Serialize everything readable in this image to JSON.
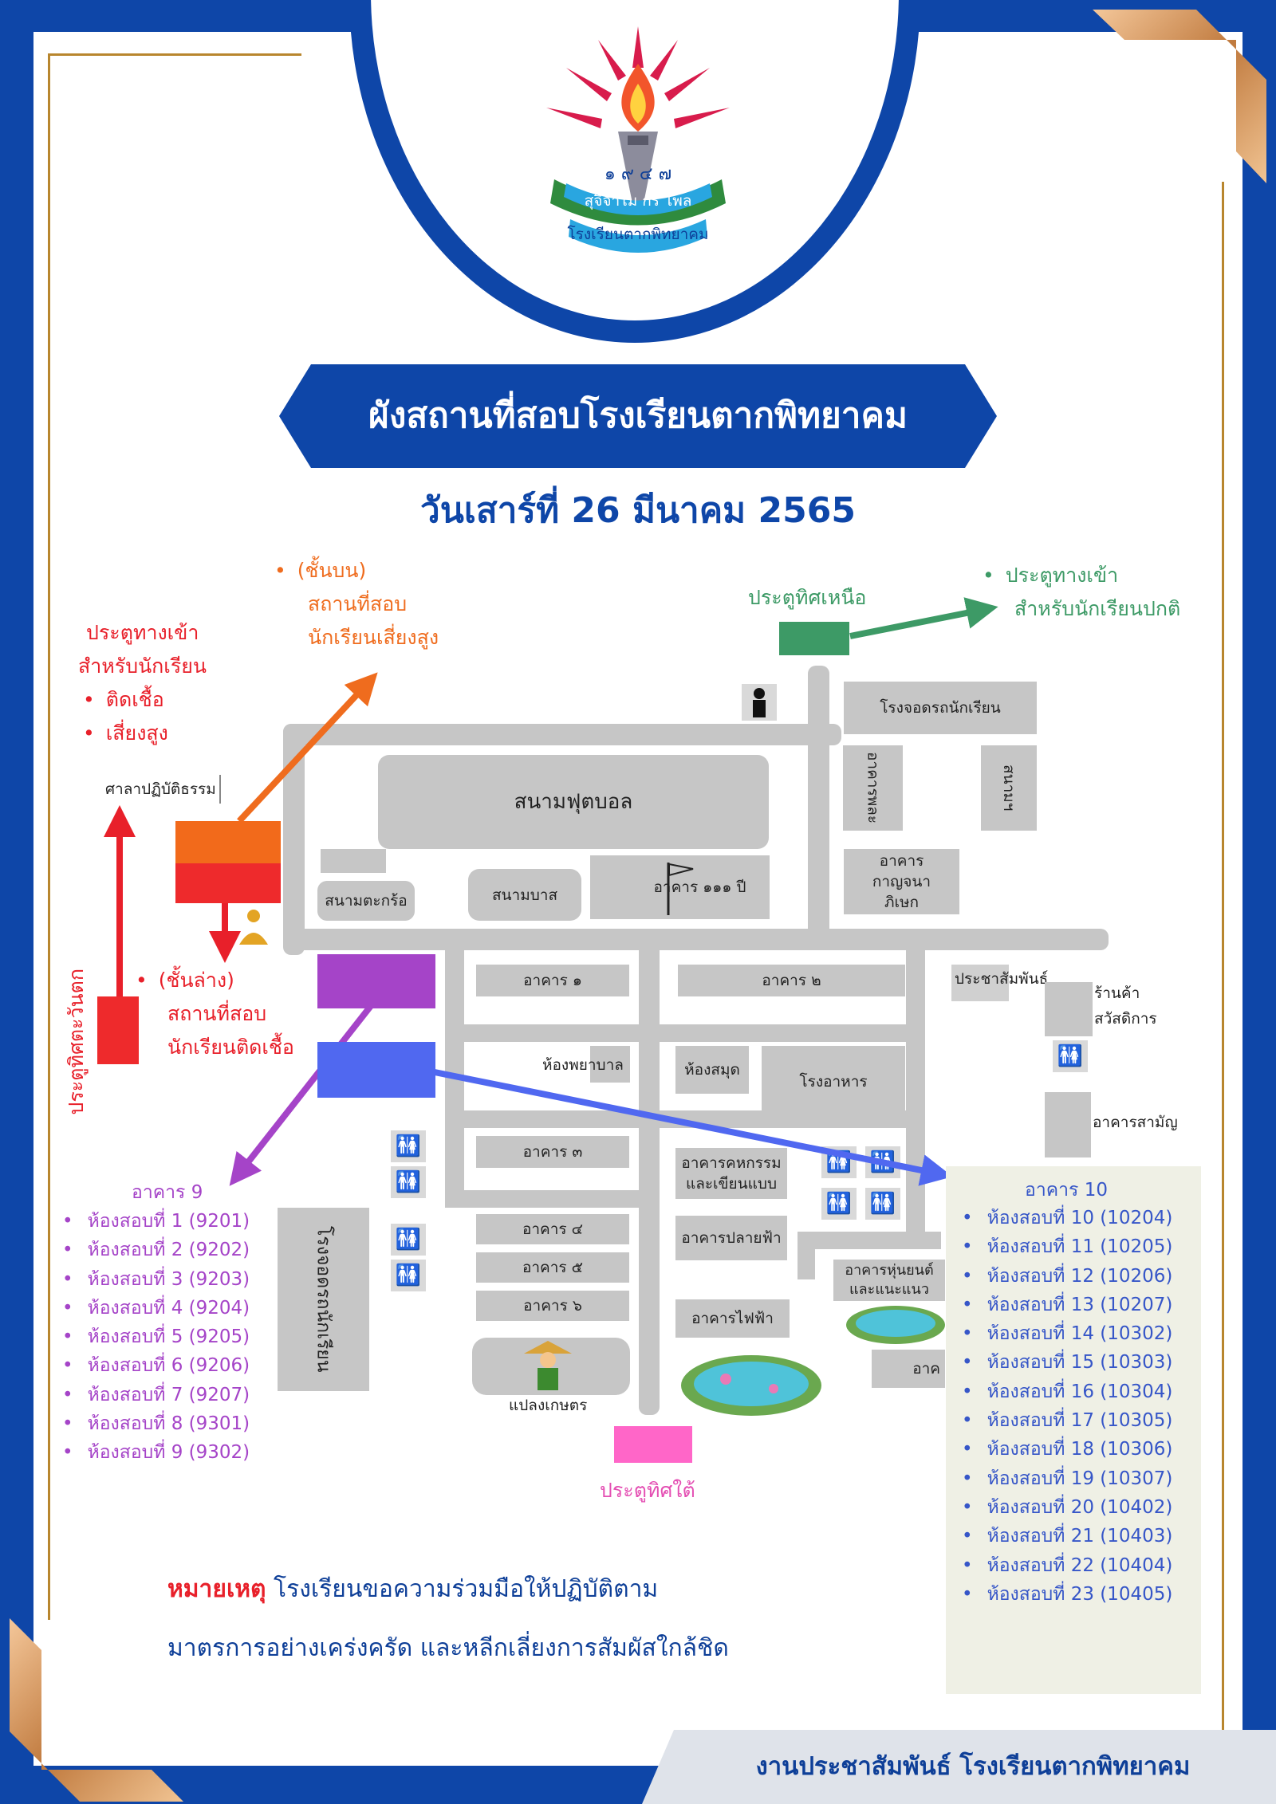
{
  "poster": {
    "title": "ผังสถานที่สอบโรงเรียนตากพิทยาคม",
    "date": "วันเสาร์ที่ 26 มีนาคม 2565",
    "logo_text_top": "๑ ๙ ๔ ๗",
    "logo_text_mid": "สุจิจาไม กรี โพล",
    "logo_text_bottom": "โรงเรียนตากพิทยาคม"
  },
  "gates": {
    "infected_entry_title_1": "ประตูทางเข้า",
    "infected_entry_title_2": "สำหรับนักเรียน",
    "infected_entry_item_1": "ติดเชื้อ",
    "infected_entry_item_2": "เสี่ยงสูง",
    "west_gate": "ประตูทิศตะวันตก",
    "north_gate": "ประตูทิศเหนือ",
    "normal_entry_1": "ประตูทางเข้า",
    "normal_entry_2": "สำหรับนักเรียนปกติ",
    "south_gate": "ประตูทิศใต้"
  },
  "notes": {
    "upper_floor_1": "(ชั้นบน)",
    "upper_floor_2": "สถานที่สอบ",
    "upper_floor_3": "นักเรียนเสี่ยงสูง",
    "lower_floor_1": "(ชั้นล่าง)",
    "lower_floor_2": "สถานที่สอบ",
    "lower_floor_3": "นักเรียนติดเชื้อ"
  },
  "map": {
    "sala": "ศาลาปฏิบัติธรรม",
    "football": "สนามฟุตบอล",
    "takraw": "สนามตะกร้อ",
    "basketball": "สนามบาส",
    "b111": "อาคาร ๑๑๑ ปี",
    "student_parking_top": "โรงจอดรถนักเรียน",
    "sports_bld": "อาคารพละ",
    "tennis": "สนามฯ",
    "kanchana": "อาคาร กาญจนาภิเษก",
    "b1": "อาคาร ๑",
    "b2": "อาคาร ๒",
    "pr_office": "ประชาสัมพันธ์",
    "welfare_shop": "ร้านค้า สวัสดิการ",
    "nurse": "ห้องพยาบาล",
    "library": "ห้องสมุด",
    "canteen": "โรงอาหาร",
    "general_bld": "อาคารสามัญ",
    "b3": "อาคาร ๓",
    "home_ec": "อาคารคหกรรม และเขียนแบบ",
    "b4": "อาคาร ๔",
    "b5": "อาคาร ๕",
    "b6": "อาคาร ๖",
    "plaifah": "อาคารปลายฟ้า",
    "robot": "อาคารหุ่นยนต์ และแนะแนว",
    "electric": "อาคารไฟฟ้า",
    "partial": "อาค",
    "student_parking_left": "โรงจอดรถนักเรียน",
    "farm": "แปลงเกษตร"
  },
  "building9": {
    "title": "อาคาร 9",
    "rooms": [
      "ห้องสอบที่ 1 (9201)",
      "ห้องสอบที่ 2 (9202)",
      "ห้องสอบที่ 3 (9203)",
      "ห้องสอบที่ 4 (9204)",
      "ห้องสอบที่ 5 (9205)",
      "ห้องสอบที่ 6 (9206)",
      "ห้องสอบที่ 7 (9207)",
      "ห้องสอบที่ 8 (9301)",
      "ห้องสอบที่ 9 (9302)"
    ]
  },
  "building10": {
    "title": "อาคาร 10",
    "rooms": [
      "ห้องสอบที่ 10 (10204)",
      "ห้องสอบที่ 11 (10205)",
      "ห้องสอบที่ 12 (10206)",
      "ห้องสอบที่ 13 (10207)",
      "ห้องสอบที่ 14 (10302)",
      "ห้องสอบที่ 15 (10303)",
      "ห้องสอบที่ 16 (10304)",
      "ห้องสอบที่ 17 (10305)",
      "ห้องสอบที่ 18 (10306)",
      "ห้องสอบที่ 19 (10307)",
      "ห้องสอบที่ 20 (10402)",
      "ห้องสอบที่ 21 (10403)",
      "ห้องสอบที่ 22 (10404)",
      "ห้องสอบที่ 23 (10405)"
    ]
  },
  "remark": {
    "label": "หมายเหตุ",
    "line1": "โรงเรียนขอความร่วมมือให้ปฏิบัติตาม",
    "line2": "มาตรการอย่างเคร่งครัด และหลีกเลี่ยงการสัมผัสใกล้ชิด"
  },
  "footer": "งานประชาสัมพันธ์ โรงเรียนตากพิทยาคม",
  "colors": {
    "frame": "#0e46a8",
    "infected": "#e8202a",
    "high_risk": "#ef6c1e",
    "normal": "#3d9a66",
    "building9": "#a544c8",
    "building10": "#5068f0",
    "south": "#ff66c8",
    "road": "#c6c6c6"
  }
}
